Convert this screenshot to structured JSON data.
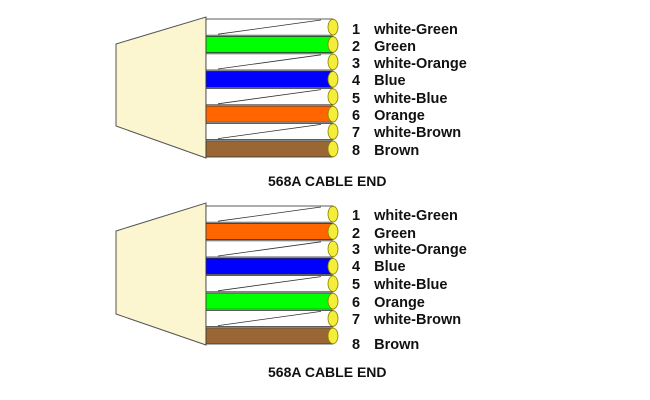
{
  "colors": {
    "boot_fill": "#fbf6cf",
    "boot_stroke": "#555555",
    "wire_outline": "#333333",
    "stripe_line": "#333333",
    "wire_white": "#ffffff",
    "end_cap": "#f4ee3a",
    "end_cap_stroke": "#8a8400",
    "green": "#00ff00",
    "orange": "#ff6600",
    "blue": "#0000ff",
    "brown": "#9a6634"
  },
  "connectors": [
    {
      "caption": "568A CABLE END",
      "pins": [
        {
          "num": "1",
          "name": "white-Green",
          "color": "green",
          "striped": true
        },
        {
          "num": "2",
          "name": "Green",
          "color": "green",
          "striped": false
        },
        {
          "num": "3",
          "name": "white-Orange",
          "color": "orange",
          "striped": true
        },
        {
          "num": "4",
          "name": "Blue",
          "color": "blue",
          "striped": false
        },
        {
          "num": "5",
          "name": "white-Blue",
          "color": "blue",
          "striped": true
        },
        {
          "num": "6",
          "name": "Orange",
          "color": "orange",
          "striped": false
        },
        {
          "num": "7",
          "name": "white-Brown",
          "color": "brown",
          "striped": true
        },
        {
          "num": "8",
          "name": "Brown",
          "color": "brown",
          "striped": false
        }
      ]
    },
    {
      "caption": "568A CABLE END",
      "pins": [
        {
          "num": "1",
          "name": "white-Green",
          "color": "green",
          "striped": true
        },
        {
          "num": "2",
          "name": "Green",
          "color": "orange",
          "striped": false
        },
        {
          "num": "3",
          "name": "white-Orange",
          "color": "orange",
          "striped": true
        },
        {
          "num": "4",
          "name": "Blue",
          "color": "blue",
          "striped": false
        },
        {
          "num": "5",
          "name": "white-Blue",
          "color": "blue",
          "striped": true
        },
        {
          "num": "6",
          "name": "Orange",
          "color": "green",
          "striped": false
        },
        {
          "num": "7",
          "name": "white-Brown",
          "color": "brown",
          "striped": true
        },
        {
          "num": "8",
          "name": "Brown",
          "color": "brown",
          "striped": false
        }
      ]
    }
  ]
}
